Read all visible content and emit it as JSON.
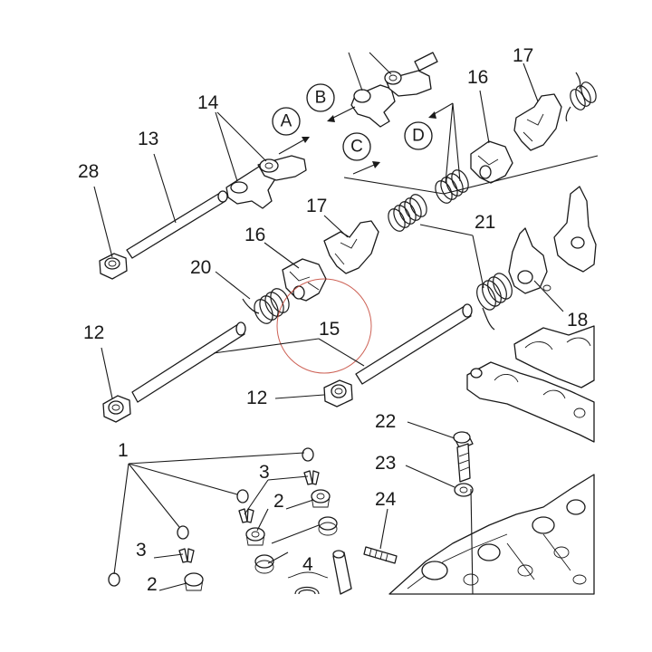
{
  "callouts": {
    "c1": "1",
    "c2a": "2",
    "c2b": "2",
    "c3a": "3",
    "c3b": "3",
    "c4": "4",
    "c12a": "12",
    "c12b": "12",
    "c13": "13",
    "c14": "14",
    "c15": "15",
    "c16a": "16",
    "c16b": "16",
    "c17a": "17",
    "c17b": "17",
    "c18": "18",
    "c20": "20",
    "c21": "21",
    "c22": "22",
    "c23": "23",
    "c24": "24",
    "c28": "28"
  },
  "view_markers": {
    "a": "A",
    "b": "B",
    "c": "C",
    "d": "D"
  },
  "colors": {
    "line": "#1a1a1a",
    "highlight_circle": "#c0392b",
    "background": "#ffffff"
  }
}
